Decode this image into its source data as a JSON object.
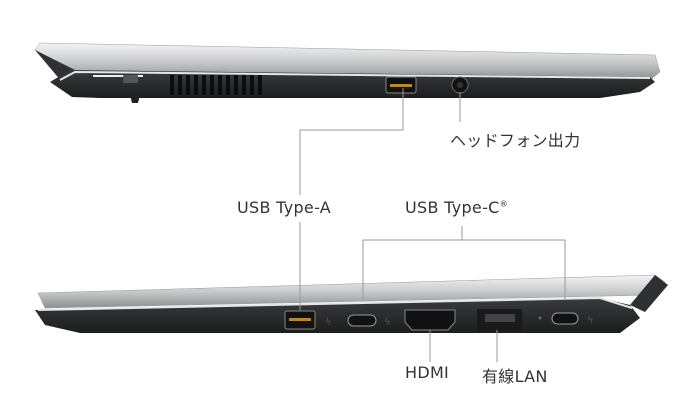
{
  "labels": {
    "headphone": "ヘッドフォン出力",
    "usb_a": "USB Type-A",
    "usb_c": "USB Type-C",
    "usb_c_mark": "®",
    "hdmi": "HDMI",
    "lan": "有線LAN"
  },
  "colors": {
    "body": "#2a2b2e",
    "lid": "#d9dadc",
    "line": "#9a9a9a",
    "text": "#333333"
  }
}
